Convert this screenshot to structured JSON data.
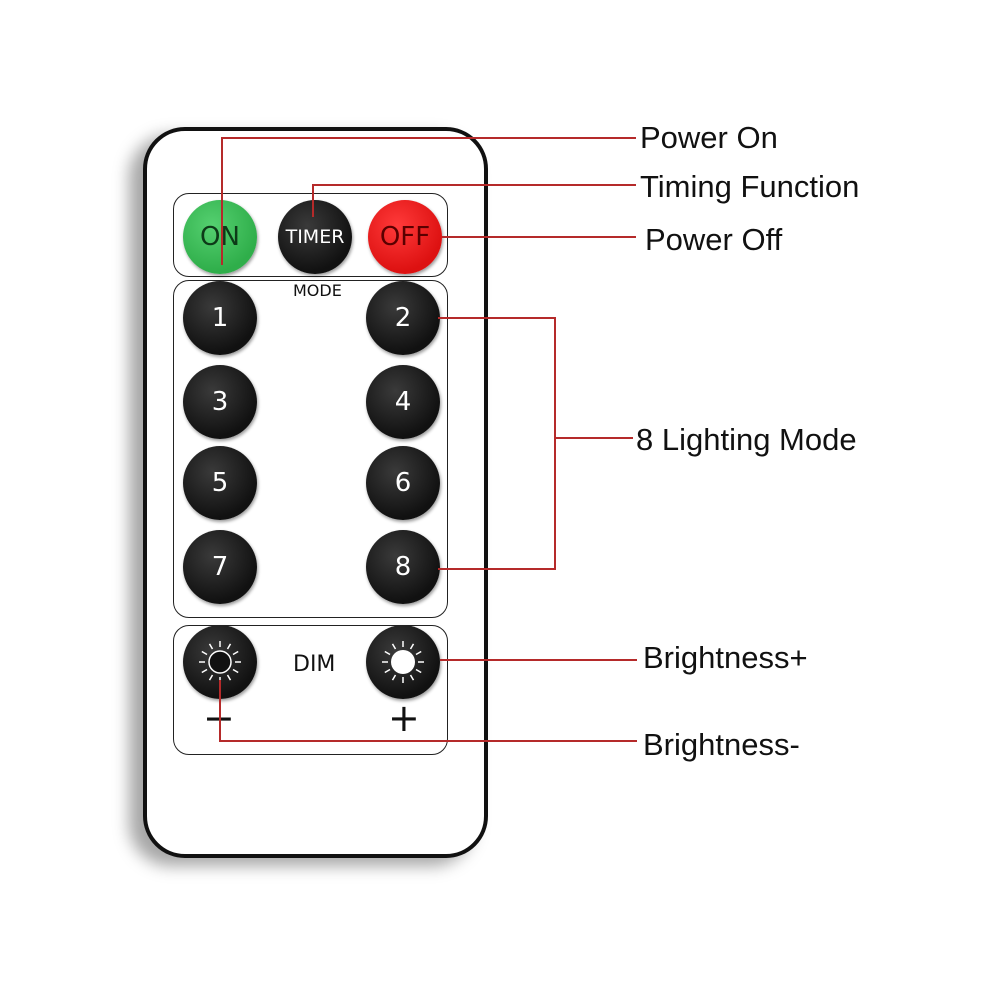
{
  "remote": {
    "buttons_top": {
      "on": "ON",
      "timer": "TIMER",
      "off": "OFF"
    },
    "mode_caption": "MODE",
    "mode_buttons": [
      "1",
      "2",
      "3",
      "4",
      "5",
      "6",
      "7",
      "8"
    ],
    "dim_caption": "DIM",
    "minus": "−",
    "plus": "+"
  },
  "callouts": {
    "power_on": "Power On",
    "timing": "Timing Function",
    "power_off": "Power Off",
    "modes": "8 Lighting Mode",
    "bright_plus": "Brightness+",
    "bright_minus": "Brightness-"
  },
  "colors": {
    "line": "#b52a2a",
    "on": "#2fae4a",
    "off": "#dd1111"
  }
}
